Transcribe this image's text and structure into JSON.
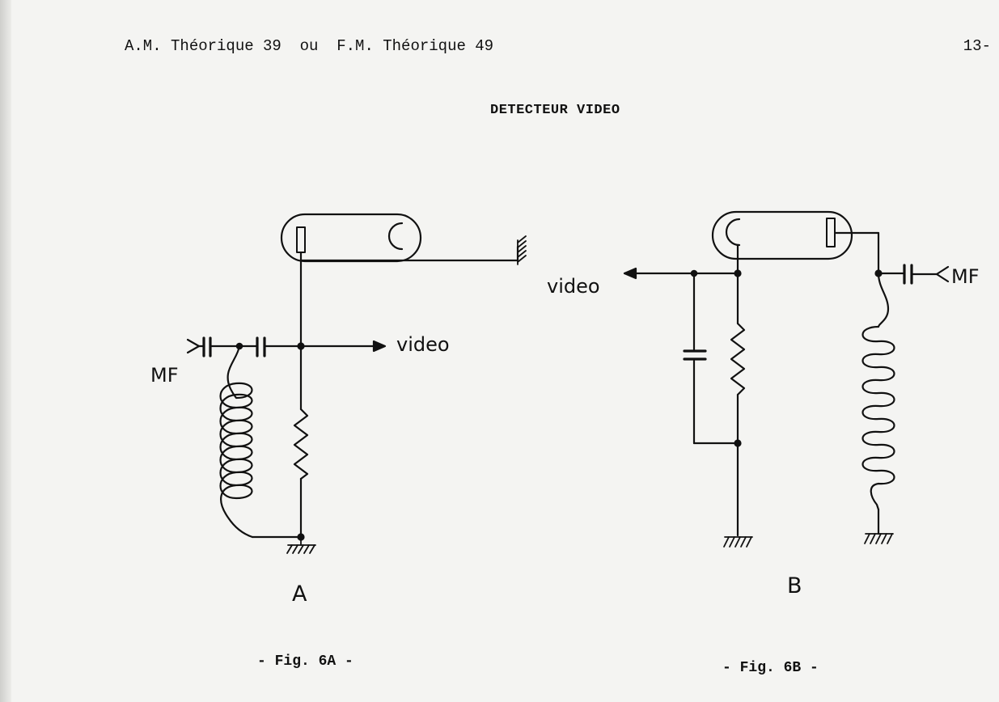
{
  "header": {
    "left": "A.M. Théorique 39  ou  F.M. Théorique 49",
    "page_number": "13-"
  },
  "title": "DETECTEUR VIDEO",
  "figure_a": {
    "label_input": "MF",
    "label_output": "video",
    "label_output_accent": "´",
    "letter": "A",
    "caption": "- Fig. 6A -"
  },
  "figure_b": {
    "label_input": "MF",
    "label_output": "video",
    "label_output_accent": "´",
    "letter": "B",
    "caption": "- Fig. 6B -"
  }
}
